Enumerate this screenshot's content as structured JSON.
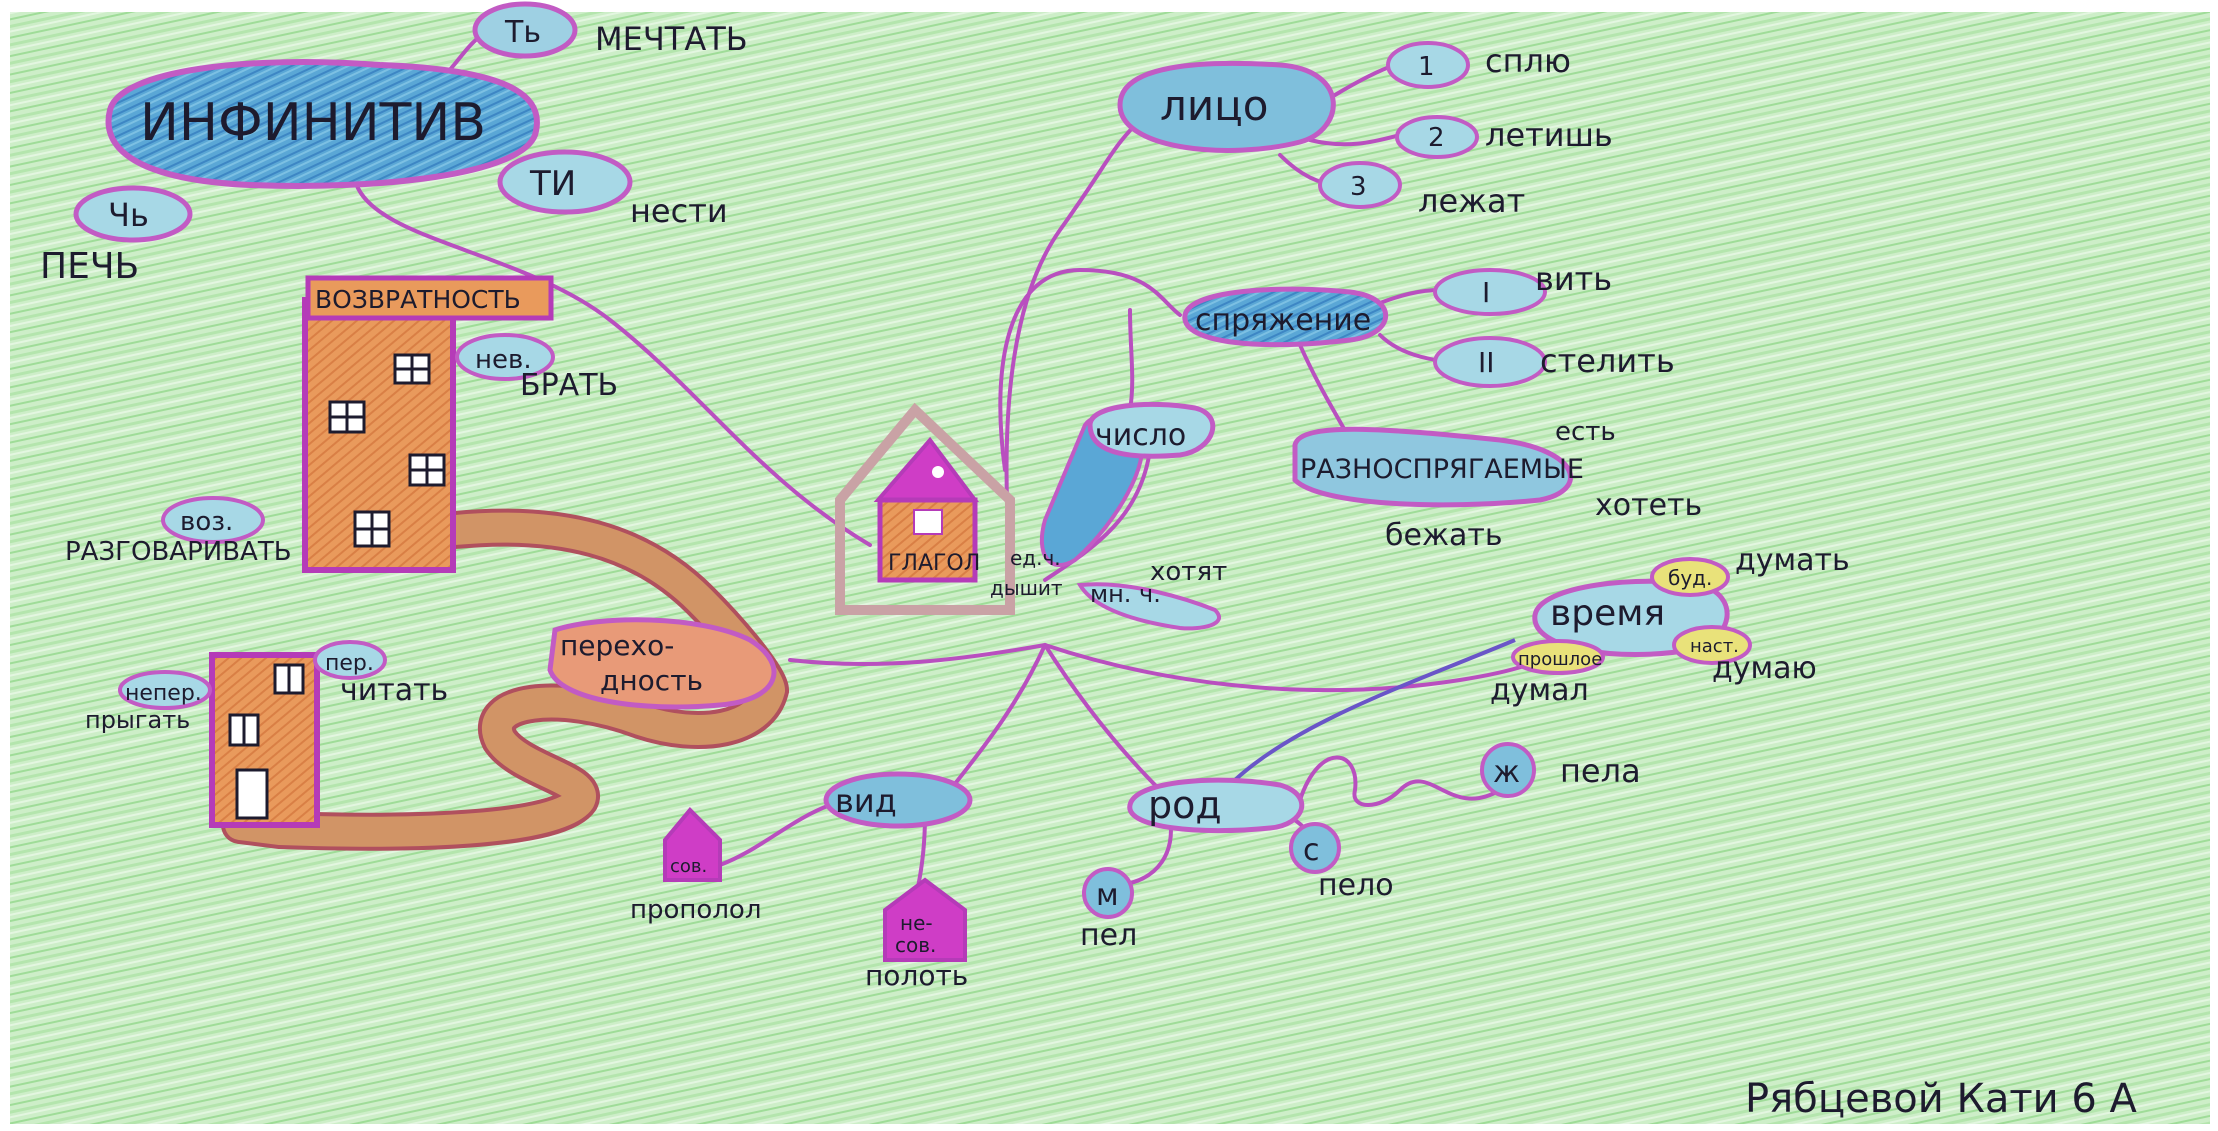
{
  "infinitive": {
    "title": "ИНФИНИТИВ",
    "tb_upper": "Ть",
    "tb_upper_example": "МЕЧТАТЬ",
    "ti": "ТИ",
    "ti_example": "нести",
    "tb_lower": "Чь",
    "tb_lower_example": "ПЕЧЬ"
  },
  "reflexive": {
    "title": "ВОЗВРАТНОСТЬ",
    "nonrefl_tag": "нев.",
    "nonrefl_example": "БРАТЬ",
    "refl_tag": "воз.",
    "refl_example": "РАЗГОВАРИВАТЬ"
  },
  "transitivity": {
    "title": "перехо-\nдность",
    "trans_tag": "пер.",
    "trans_example": "читать",
    "intrans_tag": "непер.",
    "intrans_example": "прыгать"
  },
  "center": {
    "label": "ГЛАГОЛ"
  },
  "person": {
    "title": "лицо",
    "items": [
      {
        "num": "1",
        "example": "сплю"
      },
      {
        "num": "2",
        "example": "летишь"
      },
      {
        "num": "3",
        "example": "лежат"
      }
    ]
  },
  "conjugation": {
    "title": "спряжение",
    "items": [
      {
        "num": "I",
        "example": "вить"
      },
      {
        "num": "II",
        "example": "стелить"
      }
    ],
    "irregular": {
      "title": "РАЗНОСПРЯГАЕМЫЕ",
      "examples": [
        "есть",
        "хотеть",
        "бежать"
      ]
    }
  },
  "number": {
    "title": "число",
    "singular_tag": "ед.ч.",
    "singular_example": "дышит",
    "plural_tag": "мн. ч.",
    "plural_example": "хотят"
  },
  "tense": {
    "title": "время",
    "future_tag": "буд.",
    "future_example": "думать",
    "past_tag": "прошлое",
    "past_example": "думал",
    "present_tag": "наст.",
    "present_example": "думаю"
  },
  "aspect": {
    "title": "вид",
    "perf_tag": "сов.",
    "perf_example": "прополол",
    "imperf_tag": "не-\nсов.",
    "imperf_example": "полоть"
  },
  "gender": {
    "title": "род",
    "m_tag": "м",
    "m_example": "пел",
    "n_tag": "с",
    "n_example": "пело",
    "f_tag": "ж",
    "f_example": "пела"
  },
  "signature": "Рябцевой Кати 6 А",
  "colors": {
    "paper_green": "#c9ecc4",
    "bubble_blue": "#6fb4d8",
    "bubble_light": "#a8d8e6",
    "outline_purple": "#c25bc4",
    "building_orange": "#e79a5b",
    "road_brown": "#c89062",
    "ink": "#1d1b2e"
  }
}
